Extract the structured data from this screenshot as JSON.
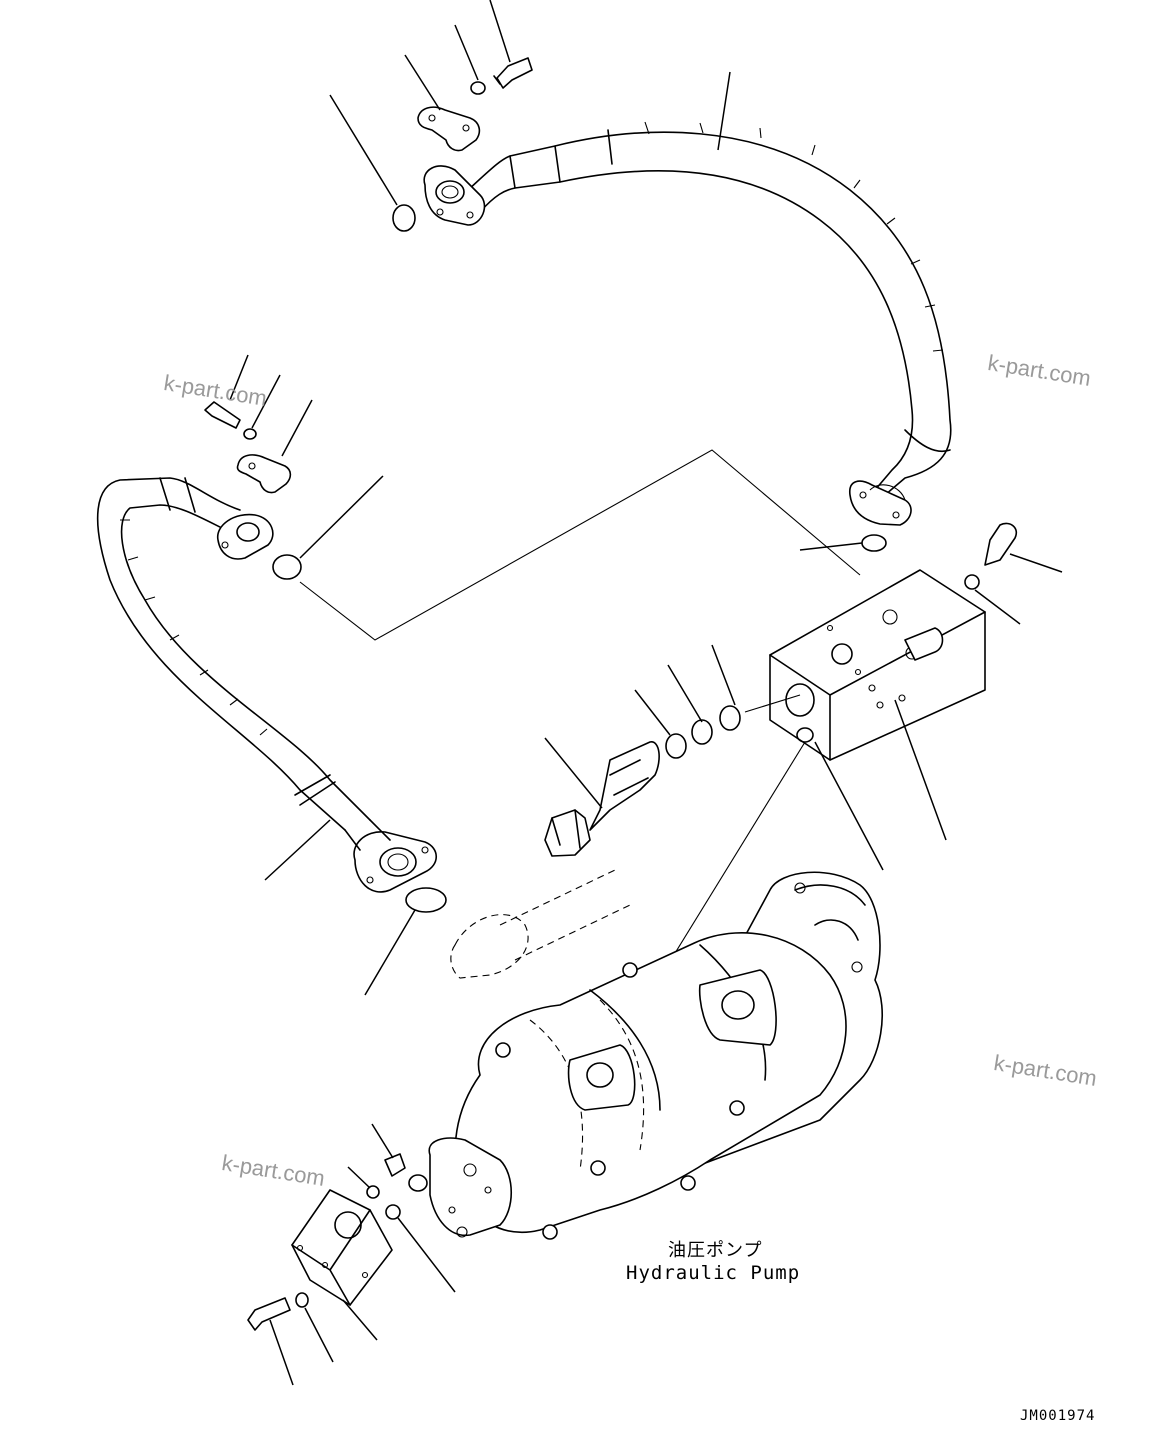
{
  "labels": {
    "pump_jp": "油圧ポンプ",
    "pump_en": "Hydraulic Pump",
    "drawing_code": "JM001974"
  },
  "watermarks": {
    "top_left": "k-part.com",
    "top_right": "k-part.com",
    "middle_right": "k-part.com",
    "bottom_left": "k-part.com"
  }
}
